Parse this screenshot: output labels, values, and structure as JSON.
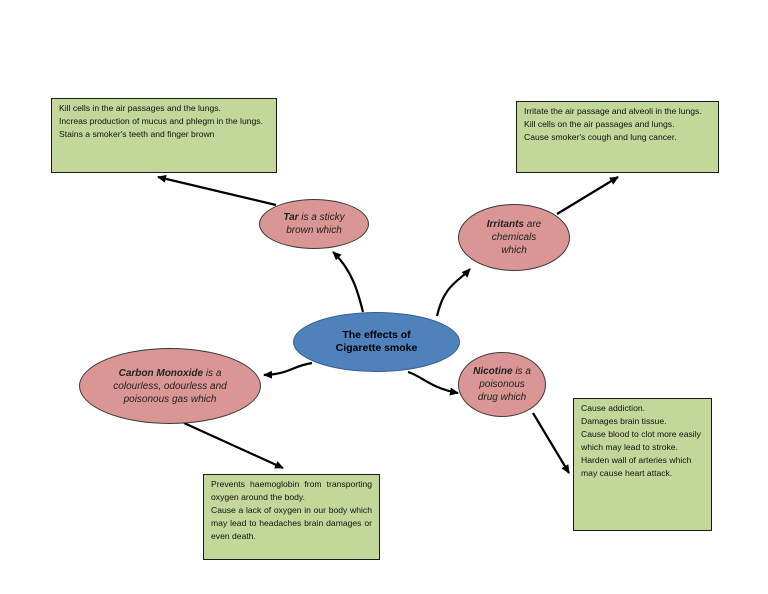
{
  "center": {
    "line1": "The effects of",
    "line2": "Cigarette smoke"
  },
  "nodes": {
    "tar": {
      "bold": "Tar",
      "rest": " is a sticky brown which"
    },
    "irritants": {
      "bold": "Irritants",
      "rest": " are chemicals which"
    },
    "carbon_monoxide": {
      "bold": "Carbon Monoxide",
      "rest": " is a colourless, odourless and poisonous gas which"
    },
    "nicotine": {
      "bold": "Nicotine",
      "rest": " is a poisonous drug which"
    }
  },
  "boxes": {
    "tar": [
      "Kill cells in the air passages and the lungs.",
      "Increas production of mucus and phlegm in the lungs.",
      "Stains a smoker's teeth and finger brown"
    ],
    "irritants": [
      "Irritate the air passage and alveoli in the lungs.",
      "Kill cells on the air passages and lungs.",
      "Cause smoker's cough and lung cancer."
    ],
    "carbon_monoxide": [
      "Prevents haemoglobin from transporting oxygen around the body.",
      "Cause a lack of oxygen in our body which may lead to headaches brain damages or even death."
    ],
    "nicotine": [
      "Cause addiction.",
      "Damages brain tissue.",
      "Cause blood to clot more easily which may lead to stroke.",
      "Harden wall of arteries which may cause heart attack."
    ]
  }
}
